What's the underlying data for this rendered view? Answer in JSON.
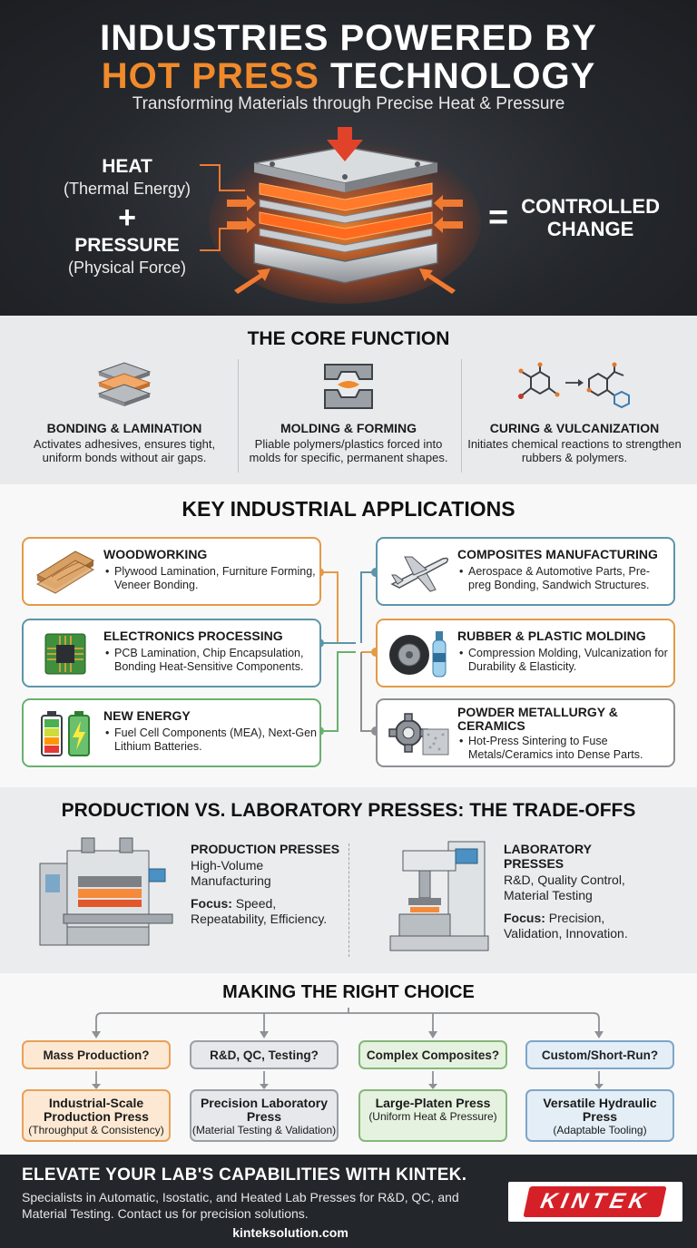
{
  "hero": {
    "title_line1": "INDUSTRIES POWERED BY",
    "title_line2_highlight": "HOT PRESS",
    "title_line2_rest": " TECHNOLOGY",
    "subtitle": "Transforming Materials through Precise Heat & Pressure",
    "heat_label": "HEAT",
    "heat_sub": "(Thermal Energy)",
    "plus": "+",
    "pressure_label": "PRESSURE",
    "pressure_sub": "(Physical Force)",
    "equals": "=",
    "result_line1": "CONTROLLED",
    "result_line2": "CHANGE"
  },
  "core": {
    "title": "THE CORE FUNCTION",
    "items": [
      {
        "icon": "layers-icon",
        "title": "BONDING & LAMINATION",
        "desc": "Activates adhesives, ensures tight, uniform bonds without air gaps."
      },
      {
        "icon": "mold-icon",
        "title": "MOLDING & FORMING",
        "desc": "Pliable polymers/plastics forced into molds for specific, permanent shapes."
      },
      {
        "icon": "molecule-icon",
        "title": "CURING & VULCANIZATION",
        "desc": "Initiates chemical reactions to strengthen rubbers & polymers."
      }
    ]
  },
  "apps": {
    "title": "KEY INDUSTRIAL APPLICATIONS",
    "items": [
      {
        "icon": "wood-planks-icon",
        "title": "WOODWORKING",
        "desc": "Plywood Lamination, Furniture Forming, Veneer Bonding."
      },
      {
        "icon": "airplane-icon",
        "title": "COMPOSITES MANUFACTURING",
        "desc": "Aerospace & Automotive Parts, Pre-preg Bonding, Sandwich Structures."
      },
      {
        "icon": "chip-icon",
        "title": "ELECTRONICS PROCESSING",
        "desc": "PCB Lamination, Chip Encapsulation, Bonding Heat-Sensitive Components."
      },
      {
        "icon": "tire-bottle-icon",
        "title": "RUBBER & PLASTIC MOLDING",
        "desc": "Compression Molding, Vulcanization for Durability & Elasticity."
      },
      {
        "icon": "battery-icon",
        "title": "NEW ENERGY",
        "desc": "Fuel Cell Components (MEA), Next-Gen Lithium Batteries."
      },
      {
        "icon": "gear-icon",
        "title": "POWDER METALLURGY & CERAMICS",
        "desc": "Hot-Press Sintering to Fuse Metals/Ceramics into Dense Parts."
      }
    ]
  },
  "trade": {
    "title": "PRODUCTION VS. LABORATORY PRESSES: THE TRADE-OFFS",
    "production": {
      "title": "PRODUCTION PRESSES",
      "desc": "High-Volume Manufacturing",
      "focus_label": "Focus:",
      "focus": " Speed, Repeatability, Efficiency."
    },
    "laboratory": {
      "title": "LABORATORY PRESSES",
      "desc": "R&D, Quality Control, Material Testing",
      "focus_label": "Focus:",
      "focus": " Precision, Validation, Innovation."
    }
  },
  "choice": {
    "title": "MAKING THE RIGHT CHOICE",
    "options": [
      {
        "question": "Mass Production?",
        "result": "Industrial-Scale Production Press",
        "note": "(Throughput & Consistency)"
      },
      {
        "question": "R&D, QC, Testing?",
        "result": "Precision Laboratory Press",
        "note": "(Material Testing & Validation)"
      },
      {
        "question": "Complex Composites?",
        "result": "Large-Platen Press",
        "note": "(Uniform Heat & Pressure)"
      },
      {
        "question": "Custom/Short-Run?",
        "result": "Versatile Hydraulic Press",
        "note": "(Adaptable Tooling)"
      }
    ]
  },
  "footer": {
    "title": "ELEVATE YOUR LAB'S CAPABILITIES WITH KINTEK.",
    "body": "Specialists in Automatic, Isostatic, and Heated Lab Presses for R&D, QC, and Material Testing. Contact us for precision solutions.",
    "website": "kinteksolution.com",
    "logo_text": "KINTEK"
  },
  "colors": {
    "accent_orange": "#f08a2b",
    "hero_bg": "#24272c",
    "brand_red": "#d62028"
  }
}
